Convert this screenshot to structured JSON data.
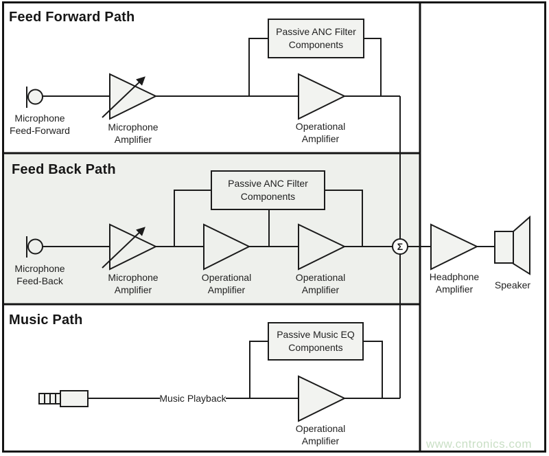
{
  "sections": {
    "feed_forward": {
      "title": "Feed Forward Path",
      "microphone_label_line1": "Microphone",
      "microphone_label_line2": "Feed-Forward",
      "mic_amp_line1": "Microphone",
      "mic_amp_line2": "Amplifier",
      "filter_box_line1": "Passive ANC Filter",
      "filter_box_line2": "Components",
      "op_amp_line1": "Operational",
      "op_amp_line2": "Amplifier"
    },
    "feed_back": {
      "title": "Feed Back Path",
      "microphone_label_line1": "Microphone",
      "microphone_label_line2": "Feed-Back",
      "mic_amp_line1": "Microphone",
      "mic_amp_line2": "Amplifier",
      "filter_box_line1": "Passive ANC Filter",
      "filter_box_line2": "Components",
      "op_amp1_line1": "Operational",
      "op_amp1_line2": "Amplifier",
      "op_amp2_line1": "Operational",
      "op_amp2_line2": "Amplifier"
    },
    "music": {
      "title": "Music Path",
      "input_label": "Music Playback",
      "eq_box_line1": "Passive Music EQ",
      "eq_box_line2": "Components",
      "op_amp_line1": "Operational",
      "op_amp_line2": "Amplifier"
    },
    "output": {
      "sum_symbol": "Σ",
      "headphone_amp_line1": "Headphone",
      "headphone_amp_line2": "Amplifier",
      "speaker_label": "Speaker"
    }
  },
  "icons": {
    "microphone": "circle-with-stand",
    "audio_jack": "segmented-plug",
    "amplifier": "triangle",
    "variable_amplifier": "triangle-with-arrow",
    "sum_node": "circle-sigma",
    "speaker": "box-with-horn"
  },
  "colors": {
    "line": "#1b1b1b",
    "shape_fill": "#f2f3f0",
    "feedback_section_bg": "#eef0ec",
    "watermark": "#c9dfc5"
  },
  "watermark": {
    "text": "www.cntronics.com"
  }
}
